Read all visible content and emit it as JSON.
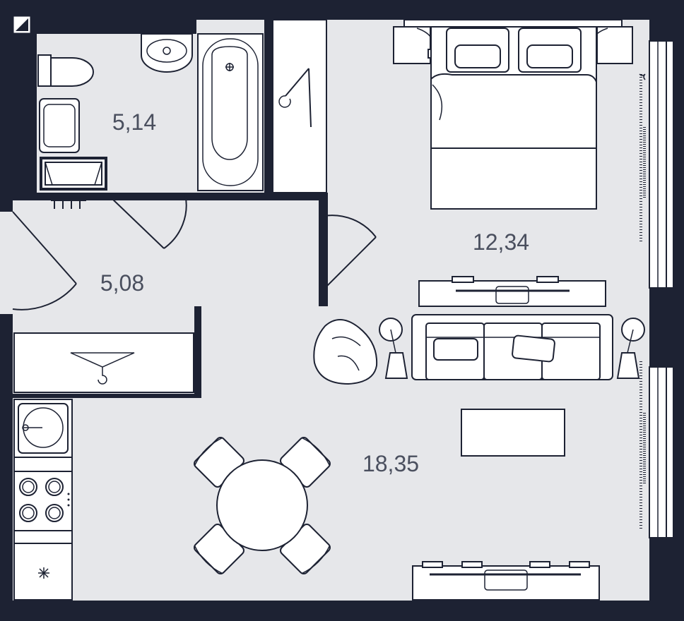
{
  "plan": {
    "colors": {
      "wall": "#1d2233",
      "floor": "#e6e7ea",
      "fixture_fill": "#ffffff",
      "fixture_stroke": "#1d2233",
      "label_text": "#4a4f5e"
    },
    "rooms": [
      {
        "name": "bathroom",
        "area": "5,14"
      },
      {
        "name": "bedroom",
        "area": "12,34"
      },
      {
        "name": "hallway",
        "area": "5,08"
      },
      {
        "name": "living-kitchen",
        "area": "18,35"
      }
    ],
    "icons": [
      "compass-corner-icon",
      "hanger-icon",
      "snowflake-icon"
    ]
  }
}
